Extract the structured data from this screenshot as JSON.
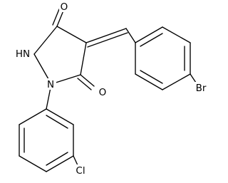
{
  "structure": {
    "labels": {
      "o_top": "O",
      "nh": "HN",
      "n": "N",
      "o_bottom": "O",
      "br": "Br",
      "cl": "Cl"
    }
  }
}
